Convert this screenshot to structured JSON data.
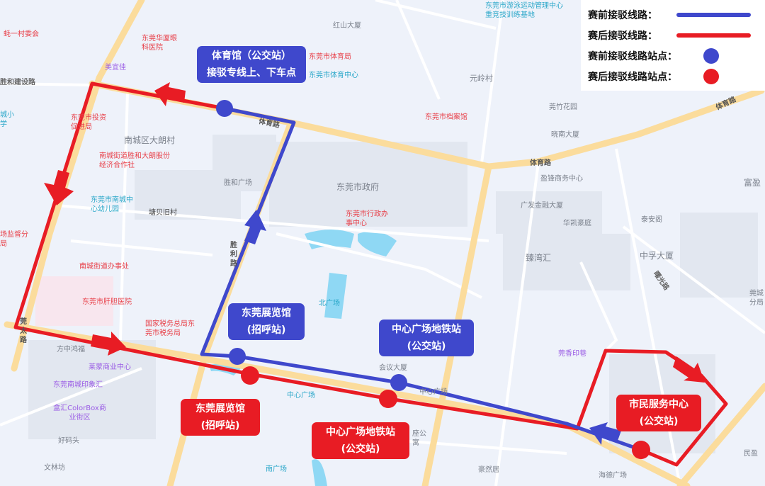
{
  "legend": {
    "items": [
      {
        "label": "赛前接驳线路：",
        "kind": "line",
        "color": "#3f48cc"
      },
      {
        "label": "赛后接驳线路：",
        "kind": "line",
        "color": "#e81c24"
      },
      {
        "label": "赛前接驳线路站点：",
        "kind": "dot",
        "color": "#3f48cc"
      },
      {
        "label": "赛后接驳线路站点：",
        "kind": "dot",
        "color": "#e81c24"
      }
    ]
  },
  "callouts": {
    "gym": {
      "line1": "体育馆（公交站）",
      "line2": "接驳专线上、下车点"
    },
    "expo_blue": {
      "line1": "东莞展览馆",
      "line2": "(招呼站)"
    },
    "metro_blue": {
      "line1": "中心广场地铁站",
      "line2": "(公交站)"
    },
    "expo_red": {
      "line1": "东莞展览馆",
      "line2": "(招呼站)"
    },
    "metro_red": {
      "line1": "中心广场地铁站",
      "line2": "(公交站)"
    },
    "civic_red": {
      "line1": "市民服务中心",
      "line2": "(公交站)"
    }
  },
  "colors": {
    "pre": "#3f48cc",
    "post": "#e81c24",
    "road": "#fbdc9c"
  },
  "pois": [
    "蚝一村委会",
    "东莞华厦眼科医院",
    "东莞市体育局",
    "东莞市投资促进局",
    "南城街道胜和大朗股份经济合作社",
    "场监督分局",
    "南城街道办事处",
    "东莞市肝胆医院",
    "国家税务总局东莞市税务局",
    "东莞市行政办事中心",
    "东莞市档案馆",
    "红山大厦",
    "南城区大朗村",
    "胜和广场",
    "塘贝旧村",
    "东莞市政府",
    "元岭村",
    "莞竹花园",
    "晓南大厦",
    "盈锋商务中心",
    "广发金融大厦",
    "华凯豪庭",
    "泰安阁",
    "富盈",
    "臻湾汇",
    "中孚大厦",
    "莞城分局",
    "方中鸿福",
    "好码头",
    "文林坊",
    "豪然居",
    "海德广场",
    "民盈",
    "会议大厦",
    "座公寓",
    "东莞市游泳运动管理中心重竞技训练基地",
    "城小学",
    "东莞市南城中心幼儿园",
    "东莞市体育中心",
    "北广场",
    "中心广场",
    "南广场",
    "美宜佳",
    "莱蒙商业中心",
    "东莞南城印象汇",
    "盒汇ColorBox商业街区",
    "莞香印巷"
  ],
  "roads": [
    "胜和建设路",
    "体育路",
    "体育路",
    "体育路",
    "胜利路",
    "莞太路",
    "曙光路",
    "中心广场"
  ]
}
